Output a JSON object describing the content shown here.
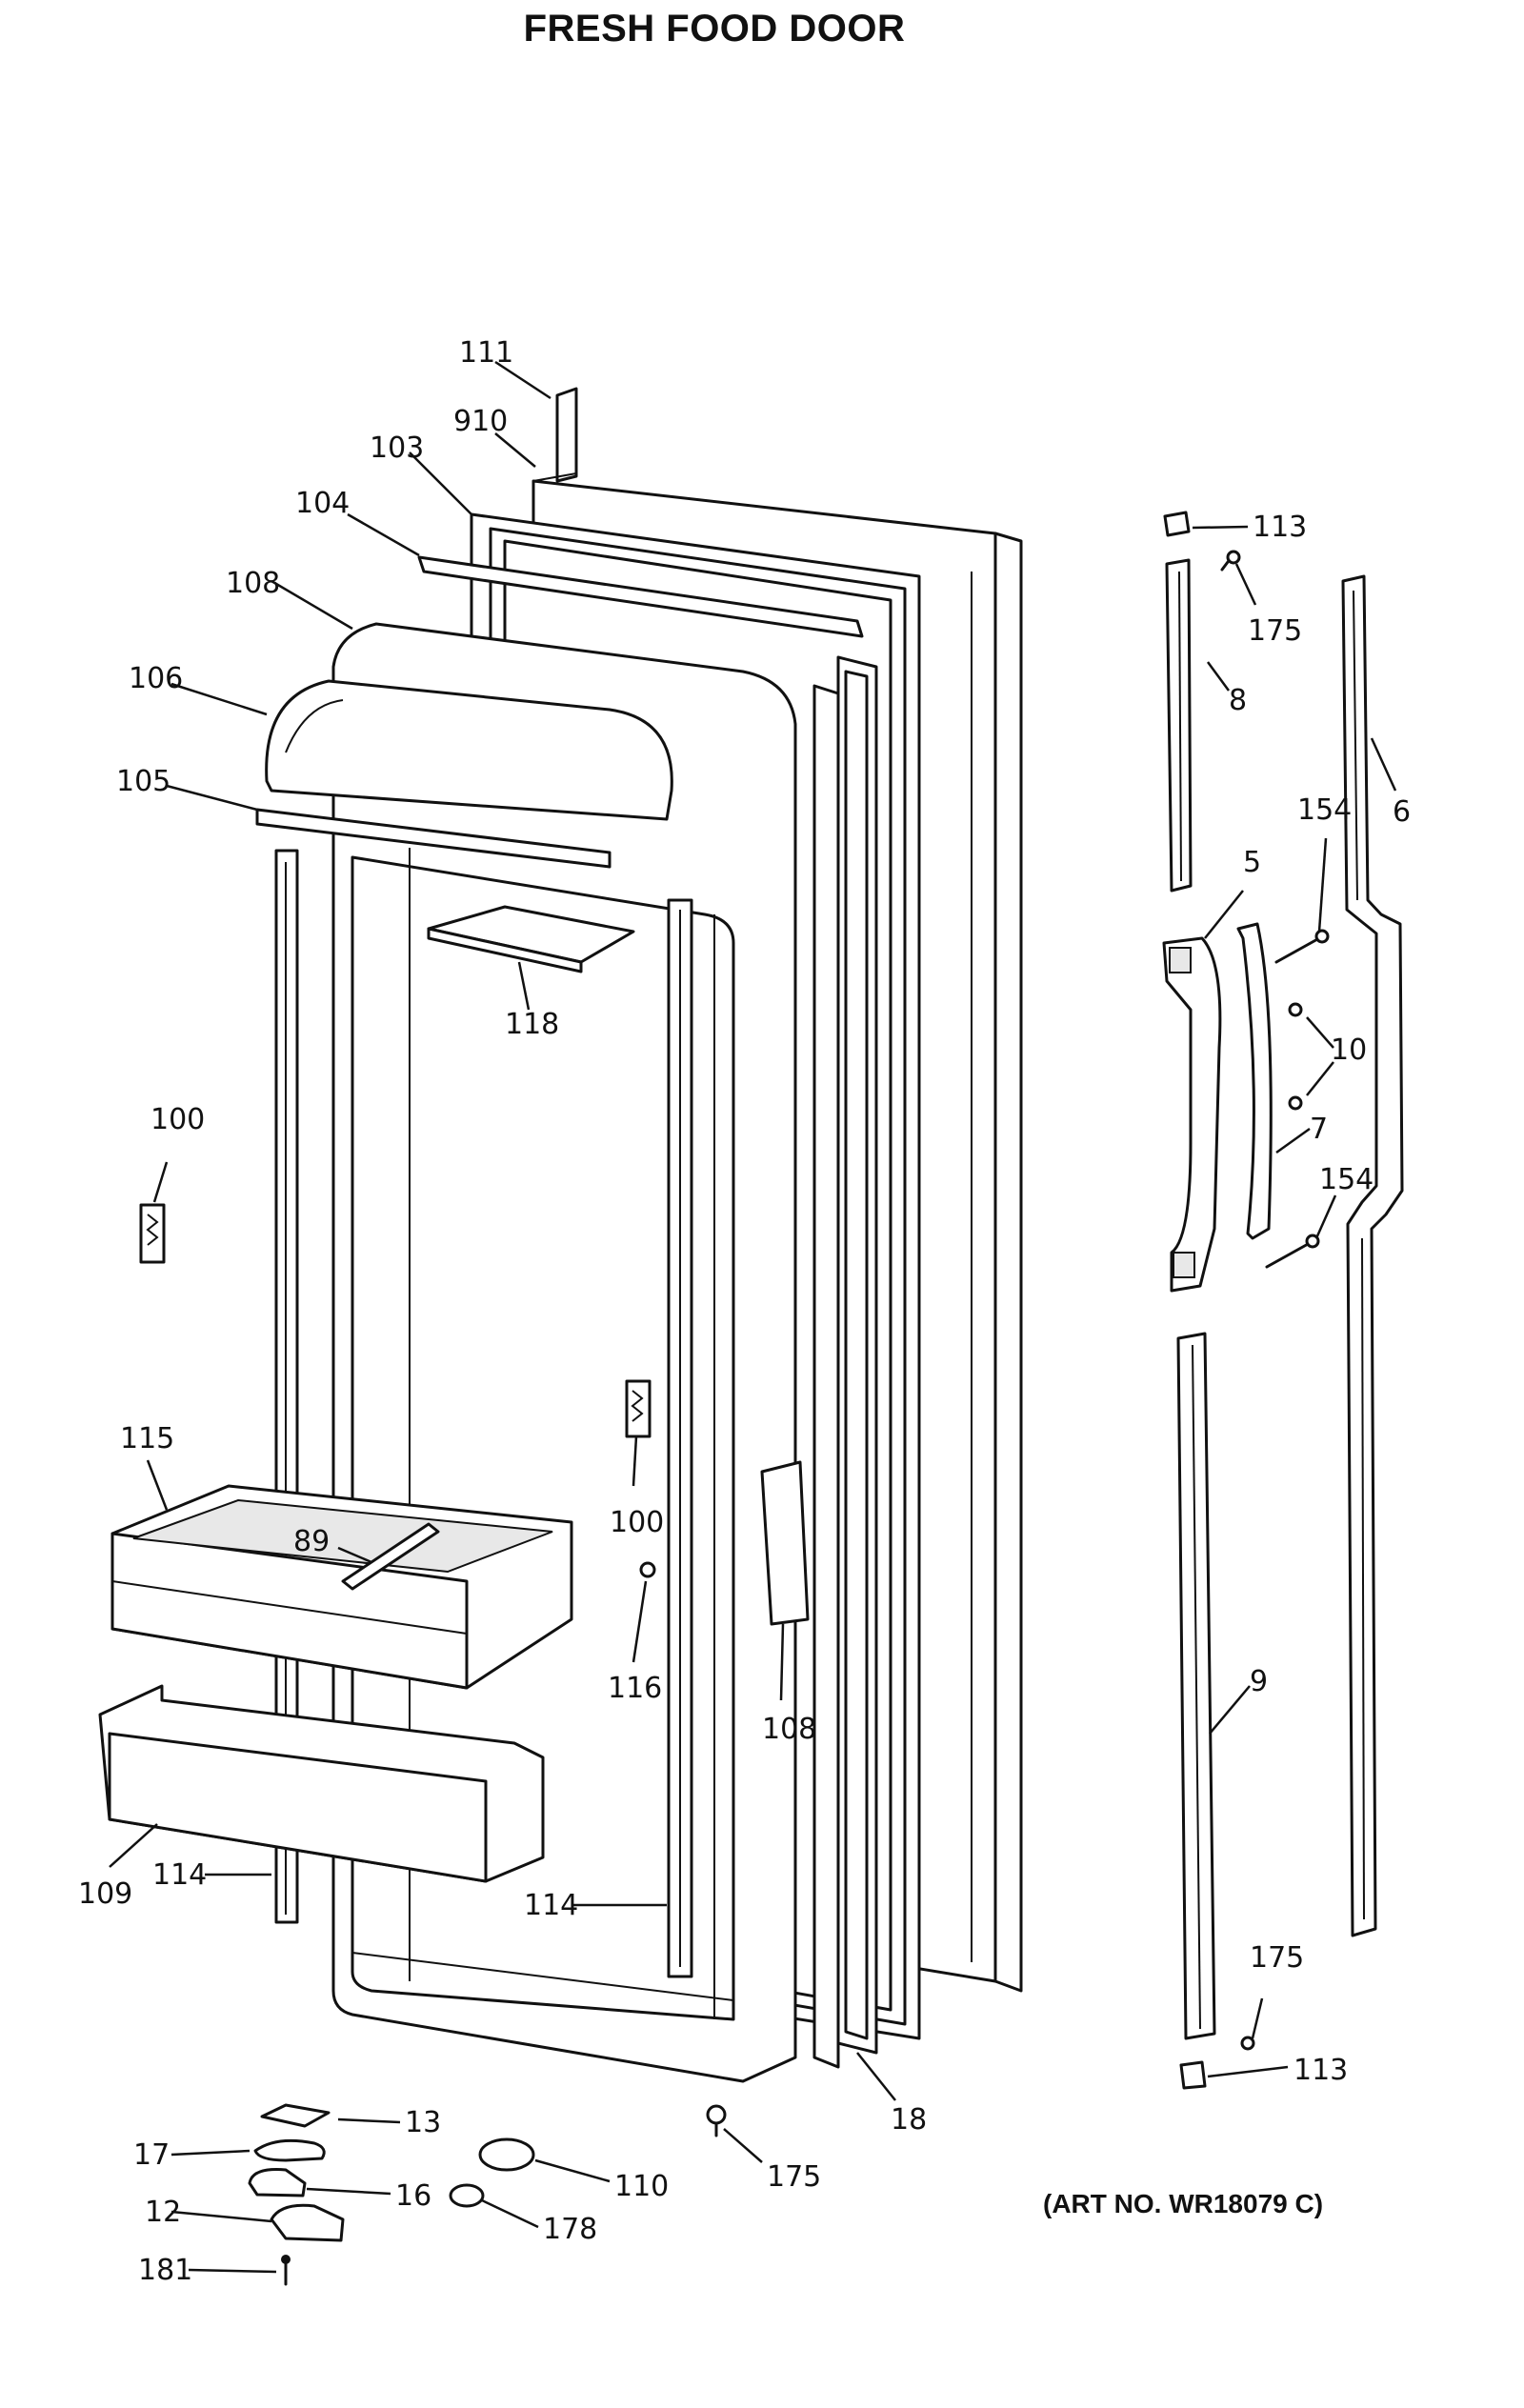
{
  "title": "FRESH FOOD DOOR",
  "art_number": "(ART NO. WR18079 C)",
  "callouts": {
    "c111": "111",
    "c910": "910",
    "c103": "103",
    "c104": "104",
    "c108a": "108",
    "c106": "106",
    "c105": "105",
    "c118": "118",
    "c100a": "100",
    "c100b": "100",
    "c115": "115",
    "c89": "89",
    "c116": "116",
    "c108b": "108",
    "c109": "109",
    "c114a": "114",
    "c114b": "114",
    "c13": "13",
    "c17": "17",
    "c16": "16",
    "c12": "12",
    "c181": "181",
    "c110": "110",
    "c178": "178",
    "c175a": "175",
    "c18": "18",
    "c113a": "113",
    "c175b": "175",
    "c8": "8",
    "c154a": "154",
    "c6": "6",
    "c5": "5",
    "c10": "10",
    "c7": "7",
    "c154b": "154",
    "c9": "9",
    "c175c": "175",
    "c113b": "113"
  }
}
